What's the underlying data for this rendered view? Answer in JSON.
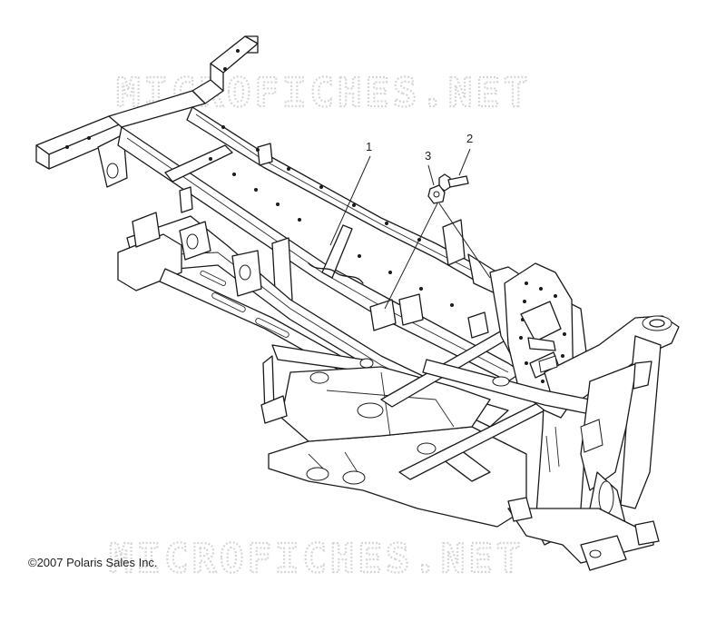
{
  "watermark": {
    "text_top": "MICROFICHES.NET",
    "text_bottom": "MICROFICHES.NET"
  },
  "callouts": [
    {
      "id": "1",
      "label": "1"
    },
    {
      "id": "2",
      "label": "2"
    },
    {
      "id": "3",
      "label": "3"
    }
  ],
  "copyright": "©2007 Polaris Sales Inc."
}
